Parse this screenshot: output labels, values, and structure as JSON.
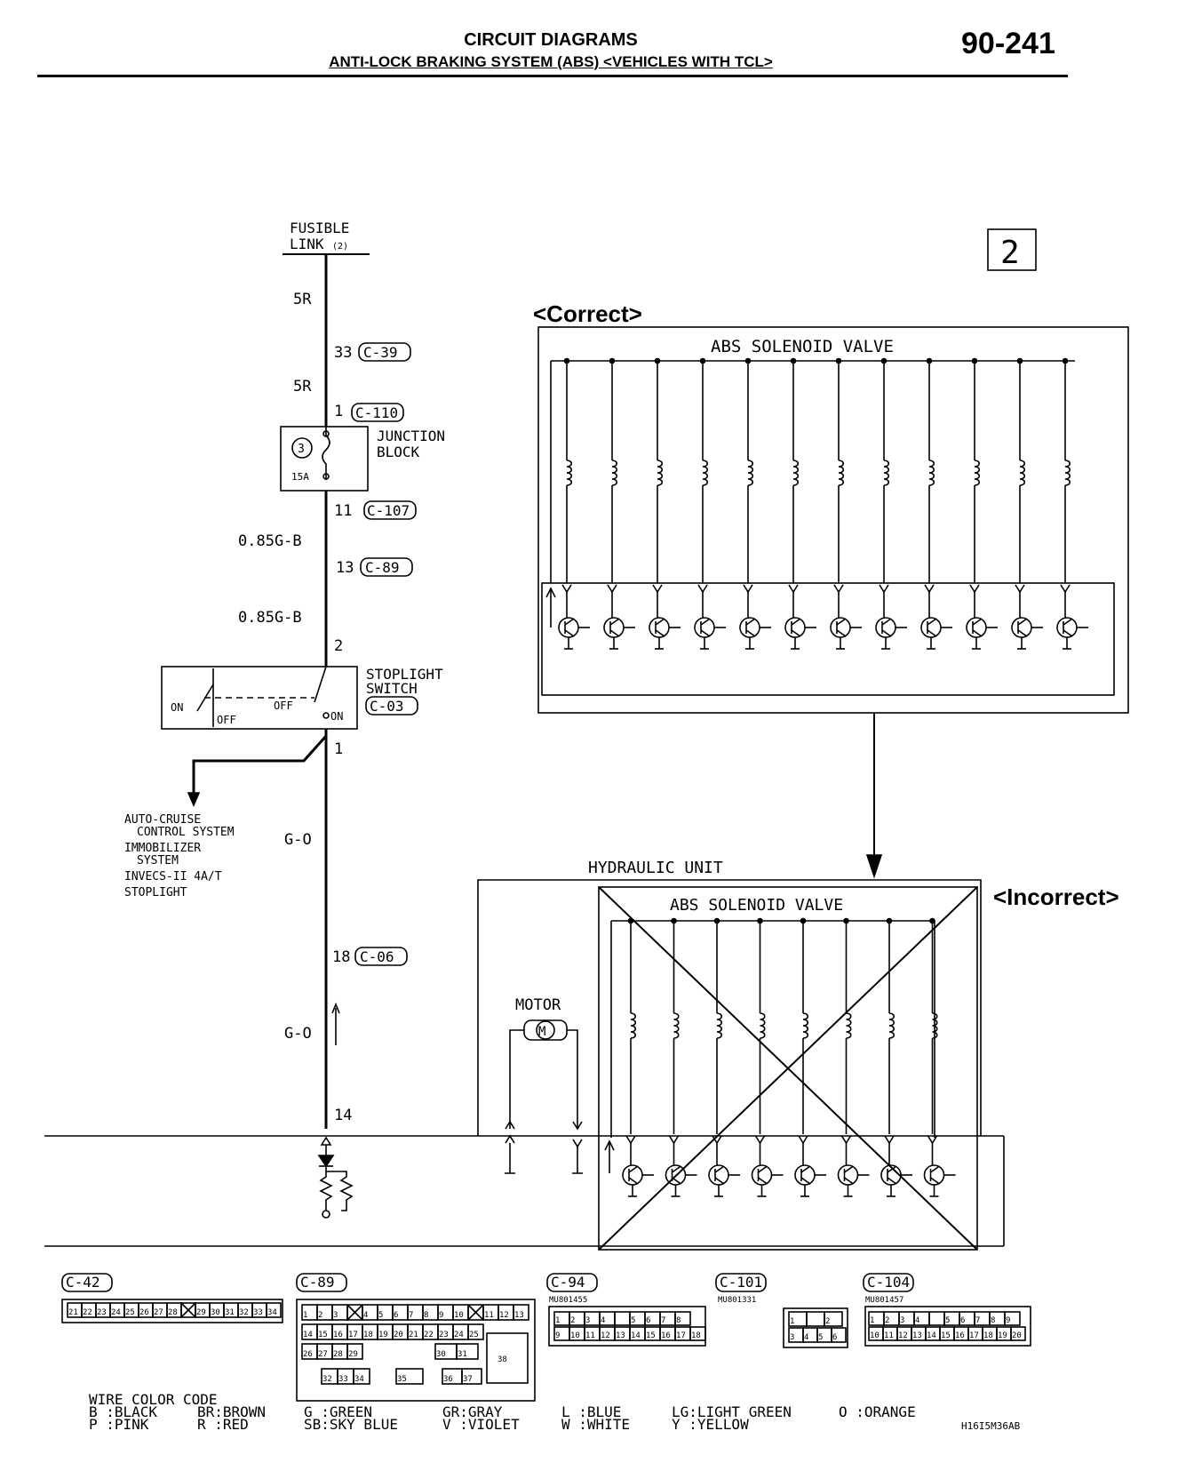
{
  "header": {
    "title": "CIRCUIT DIAGRAMS",
    "subtitle": "ANTI-LOCK BRAKING SYSTEM (ABS) <VEHICLES WITH TCL>",
    "page_number": "90-241"
  },
  "page_box": "2",
  "left_circuit": {
    "fusible_link": "FUSIBLE",
    "fusible_link_2": "LINK",
    "fusible_link_num": "(2)",
    "wire_5r_a": "5R",
    "wire_5r_b": "5R",
    "conn_33": "33",
    "conn_c39": "C-39",
    "conn_1": "1",
    "conn_c110": "C-110",
    "jb_fuse_num": "3",
    "jb_fuse_amp": "15A",
    "jb_label_1": "JUNCTION",
    "jb_label_2": "BLOCK",
    "conn_11": "11",
    "conn_c107": "C-107",
    "wire_085gb_a": "0.85G-B",
    "conn_13": "13",
    "conn_c89": "C-89",
    "wire_085gb_b": "0.85G-B",
    "conn_2": "2",
    "switch_label_1": "STOPLIGHT",
    "switch_label_2": "SWITCH",
    "switch_conn": "C-03",
    "sw_on_left": "ON",
    "sw_off_left": "OFF",
    "sw_off_mid": "OFF",
    "sw_on_right": "ON",
    "conn_1b": "1",
    "branch_items": [
      "AUTO-CRUISE",
      "CONTROL SYSTEM",
      "IMMOBILIZER",
      "SYSTEM",
      "INVECS-II 4A/T",
      "STOPLIGHT"
    ],
    "wire_go_a": "G-O",
    "conn_18": "18",
    "conn_c06": "C-06",
    "wire_go_b": "G-O",
    "conn_14": "14"
  },
  "correct": {
    "label": "<Correct>",
    "valve_title": "ABS SOLENOID VALVE",
    "valve_count": 12
  },
  "incorrect": {
    "label": "<Incorrect>",
    "hydraulic_unit": "HYDRAULIC UNIT",
    "valve_title": "ABS SOLENOID VALVE",
    "motor": "MOTOR",
    "motor_symbol": "M",
    "valve_count": 8
  },
  "connectors": [
    {
      "id": "C-42",
      "part": "",
      "pins": [
        "21",
        "22",
        "23",
        "24",
        "25",
        "26",
        "27",
        "28",
        "X",
        "29",
        "30",
        "31",
        "32",
        "33",
        "34"
      ]
    },
    {
      "id": "C-89",
      "part": "",
      "pins_row1": [
        "1",
        "2",
        "3",
        "X",
        "4",
        "5",
        "6",
        "7",
        "8",
        "9",
        "10",
        "X",
        "11",
        "12",
        "13"
      ],
      "pins_row2": [
        "14",
        "15",
        "16",
        "17",
        "18",
        "19",
        "20",
        "21",
        "22",
        "23",
        "24",
        "25"
      ],
      "pins_row3": [
        "26",
        "27",
        "28",
        "29",
        "30",
        "31",
        "38"
      ],
      "pins_row4": [
        "32",
        "33",
        "34",
        "35",
        "36",
        "37"
      ]
    },
    {
      "id": "C-94",
      "part": "MU801455",
      "pins_row1": [
        "1",
        "2",
        "3",
        "4",
        "",
        "5",
        "6",
        "7",
        "8"
      ],
      "pins_row2": [
        "9",
        "10",
        "11",
        "12",
        "13",
        "14",
        "15",
        "16",
        "17",
        "18"
      ]
    },
    {
      "id": "C-101",
      "part": "MU801331",
      "pins_row1": [
        "1",
        "",
        "2"
      ],
      "pins_row2": [
        "3",
        "4",
        "5",
        "6"
      ]
    },
    {
      "id": "C-104",
      "part": "MU801457",
      "pins_row1": [
        "1",
        "2",
        "3",
        "4",
        "",
        "5",
        "6",
        "7",
        "8",
        "9"
      ],
      "pins_row2": [
        "10",
        "11",
        "12",
        "13",
        "14",
        "15",
        "16",
        "17",
        "18",
        "19",
        "20"
      ]
    }
  ],
  "wire_color_code": {
    "title": "WIRE COLOR CODE",
    "col1": [
      "B :BLACK",
      "P :PINK"
    ],
    "col2": [
      "BR:BROWN",
      "R :RED"
    ],
    "col3": [
      "G :GREEN",
      "SB:SKY BLUE"
    ],
    "col4": [
      "GR:GRAY",
      "V :VIOLET"
    ],
    "col5": [
      "L :BLUE",
      "W :WHITE"
    ],
    "col6": [
      "LG:LIGHT GREEN",
      "Y :YELLOW"
    ],
    "col7": [
      "O :ORANGE"
    ]
  },
  "figure_code": "H16I5M36AB"
}
